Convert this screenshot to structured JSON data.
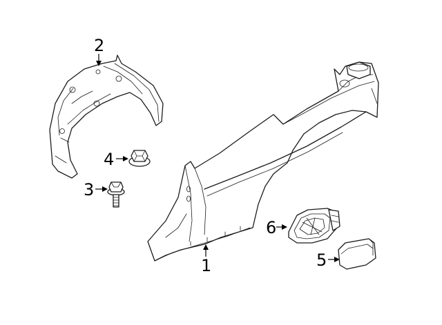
{
  "callouts": {
    "part_1": "1",
    "part_2": "2",
    "part_3": "3",
    "part_4": "4",
    "part_5": "5",
    "part_6": "6"
  },
  "colors": {
    "line": "#1a1a1a",
    "background": "#ffffff"
  }
}
